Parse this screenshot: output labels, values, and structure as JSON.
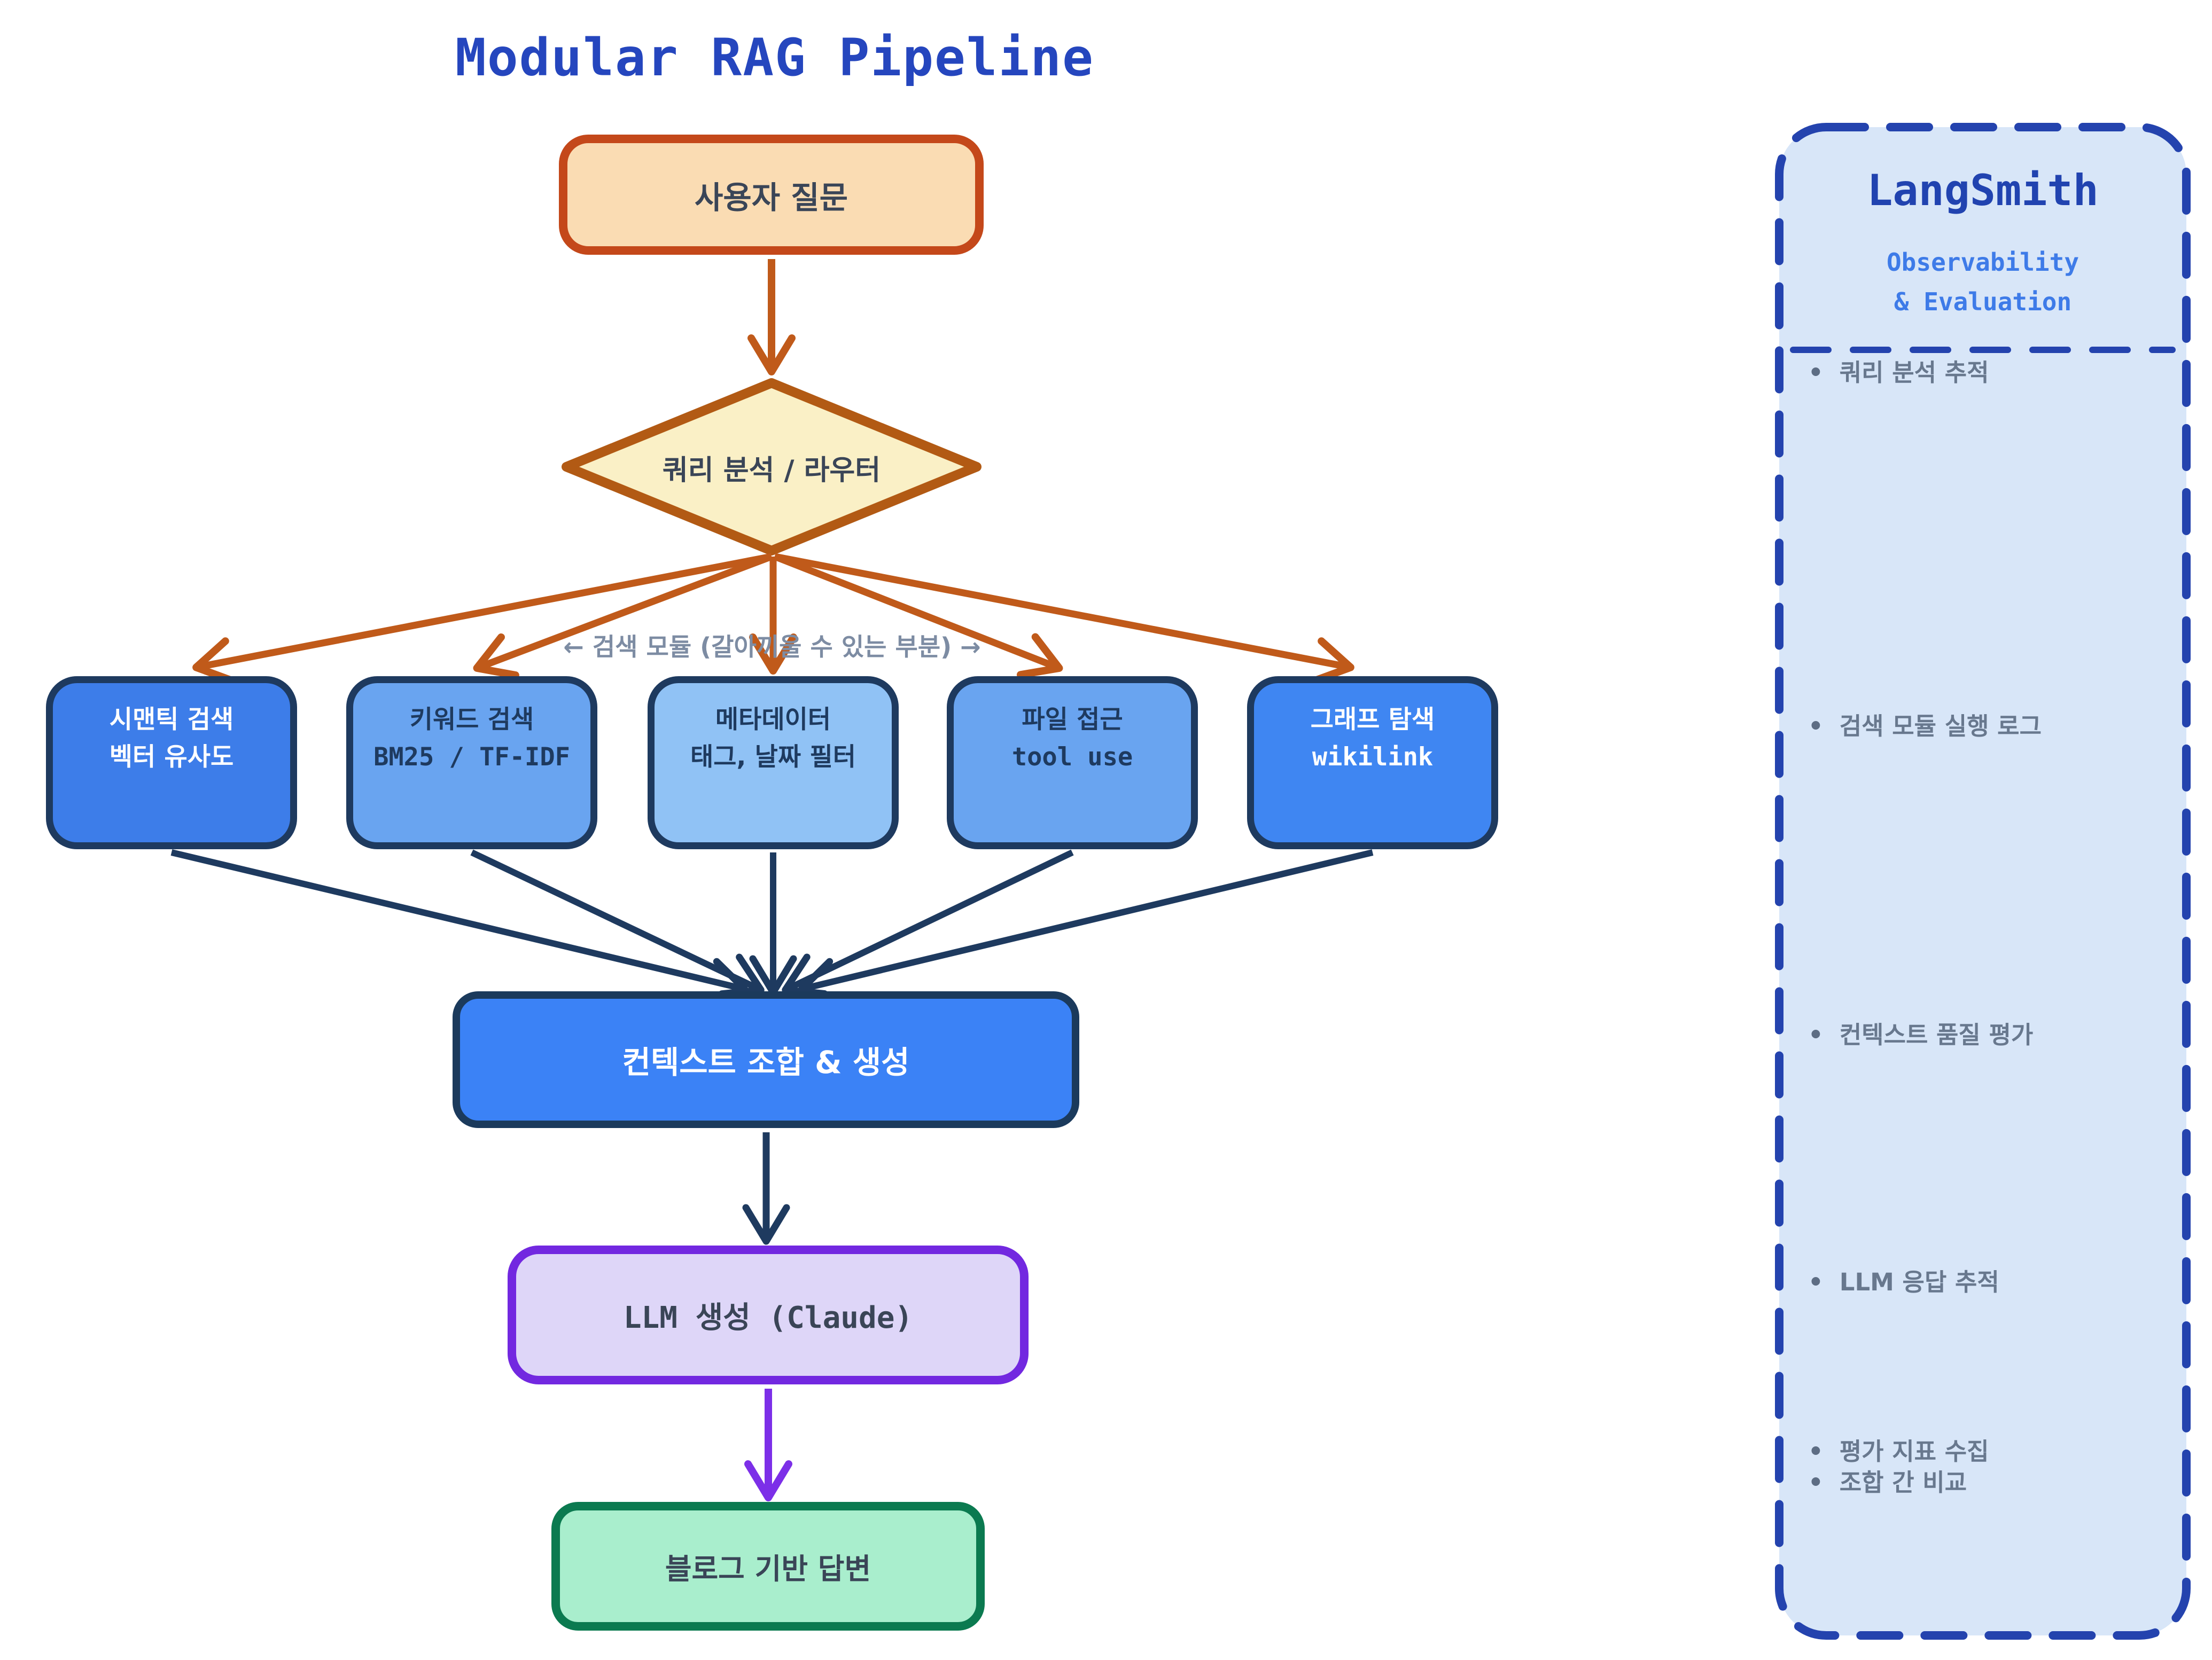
{
  "title": "Modular RAG Pipeline",
  "pipeline": {
    "user_question": "사용자 질문",
    "router": "쿼리 분석 / 라우터",
    "modules_caption": "← 검색 모듈 (갈아끼울 수 있는 부분) →",
    "modules": [
      {
        "line1": "시맨틱 검색",
        "line2": "벡터 유사도"
      },
      {
        "line1": "키워드 검색",
        "line2": "BM25 / TF-IDF"
      },
      {
        "line1": "메타데이터",
        "line2": "태그, 날짜 필터"
      },
      {
        "line1": "파일 접근",
        "line2": "tool use"
      },
      {
        "line1": "그래프 탐색",
        "line2": "wikilink"
      }
    ],
    "context_assembly": "컨텍스트 조합 & 생성",
    "llm_generation": "LLM 생성 (Claude)",
    "final_answer": "블로그 기반 답변"
  },
  "panel": {
    "title": "LangSmith",
    "subtitle_line1": "Observability",
    "subtitle_line2": "& Evaluation",
    "bullet": "•",
    "items": [
      "쿼리 분석 추적",
      "검색 모듈 실행 로그",
      "컨텍스트 품질 평가",
      "LLM 응답 추적",
      "평가 지표 수집",
      "조합 간 비교"
    ]
  },
  "colors": {
    "title_blue": "#2546be",
    "user_fill": "#fadcb3",
    "user_border": "#c4481a",
    "diamond_fill": "#faf0c6",
    "diamond_border": "#b25a14",
    "arrow_orange": "#c05a1a",
    "arrow_navy": "#1e3a5f",
    "arrow_purple": "#7c2fe8",
    "module_dark_blue": "#3d7de9",
    "module_mid_blue": "#69a4f0",
    "module_light_blue": "#90c2f5",
    "module_bright_blue": "#3f86f2",
    "context_fill": "#3b82f6",
    "llm_fill": "#ded6f8",
    "llm_border": "#7228e0",
    "answer_fill": "#a9eecd",
    "answer_border": "#0b7a50",
    "panel_fill": "#d8e6f8",
    "panel_border": "#2443ae",
    "panel_text": "#68788e",
    "subtitle_blue": "#3e7be8"
  }
}
